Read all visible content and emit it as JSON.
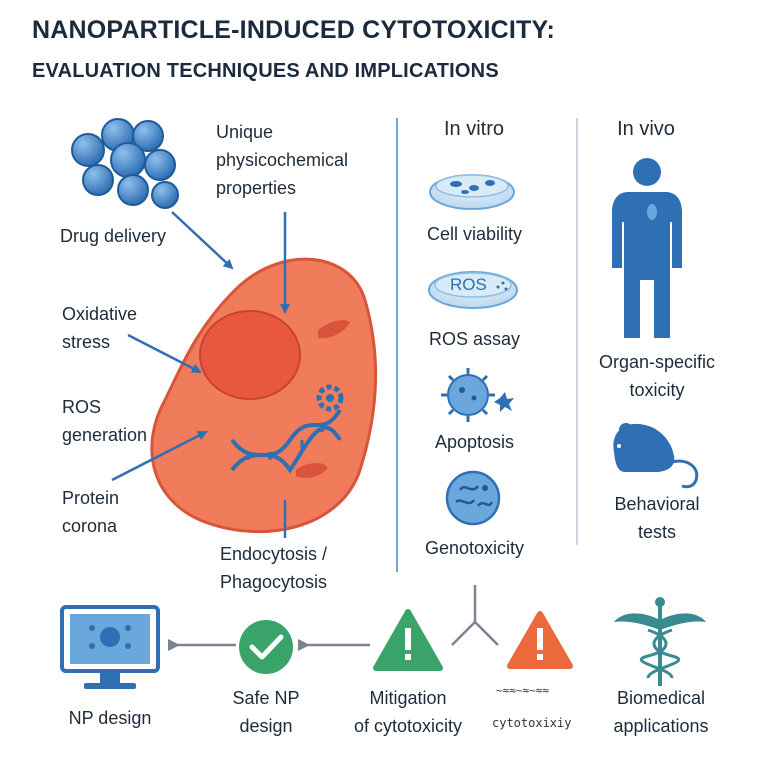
{
  "title": {
    "line1": "NANOPARTICLE-INDUCED CYTOTOXICITY:",
    "line2": "EVALUATION TECHNIQUES AND IMPLICATIONS"
  },
  "mechanisms": {
    "unique": [
      "Unique",
      "physicochemical",
      "properties"
    ],
    "drug_delivery": "Drug delivery",
    "oxidative": [
      "Oxidative",
      "stress"
    ],
    "ros_gen": [
      "ROS",
      "generation"
    ],
    "protein": [
      "Protein",
      "corona"
    ],
    "endocytosis": [
      "Endocytosis /",
      "Phagocytosis"
    ]
  },
  "in_vitro": {
    "heading": "In vitro",
    "cell_viability": "Cell viability",
    "dish_label": "ROS",
    "ros_assay": "ROS assay",
    "apoptosis": "Apoptosis",
    "genotoxicity": "Genotoxicity"
  },
  "in_vivo": {
    "heading": "In vivo",
    "organ": [
      "Organ-specific",
      "toxicity"
    ],
    "behavioral": [
      "Behavioral",
      "tests"
    ]
  },
  "bottom": {
    "np_design": "NP design",
    "safe": [
      "Safe NP",
      "design"
    ],
    "mitigation": [
      "Mitigation",
      "of cytotoxicity"
    ],
    "cytotox": "cytotoxixiy",
    "biomedical": [
      "Biomedical",
      "applications"
    ]
  },
  "colors": {
    "navy": "#1b2a3d",
    "blue": "#2f6fb3",
    "light_blue": "#6aa7dc",
    "cell_fill": "#f07c5c",
    "nucleus": "#e8583e",
    "green": "#3aa36a",
    "orange": "#ea6a3e",
    "teal": "#3a8a92",
    "gray": "#7a8591"
  }
}
